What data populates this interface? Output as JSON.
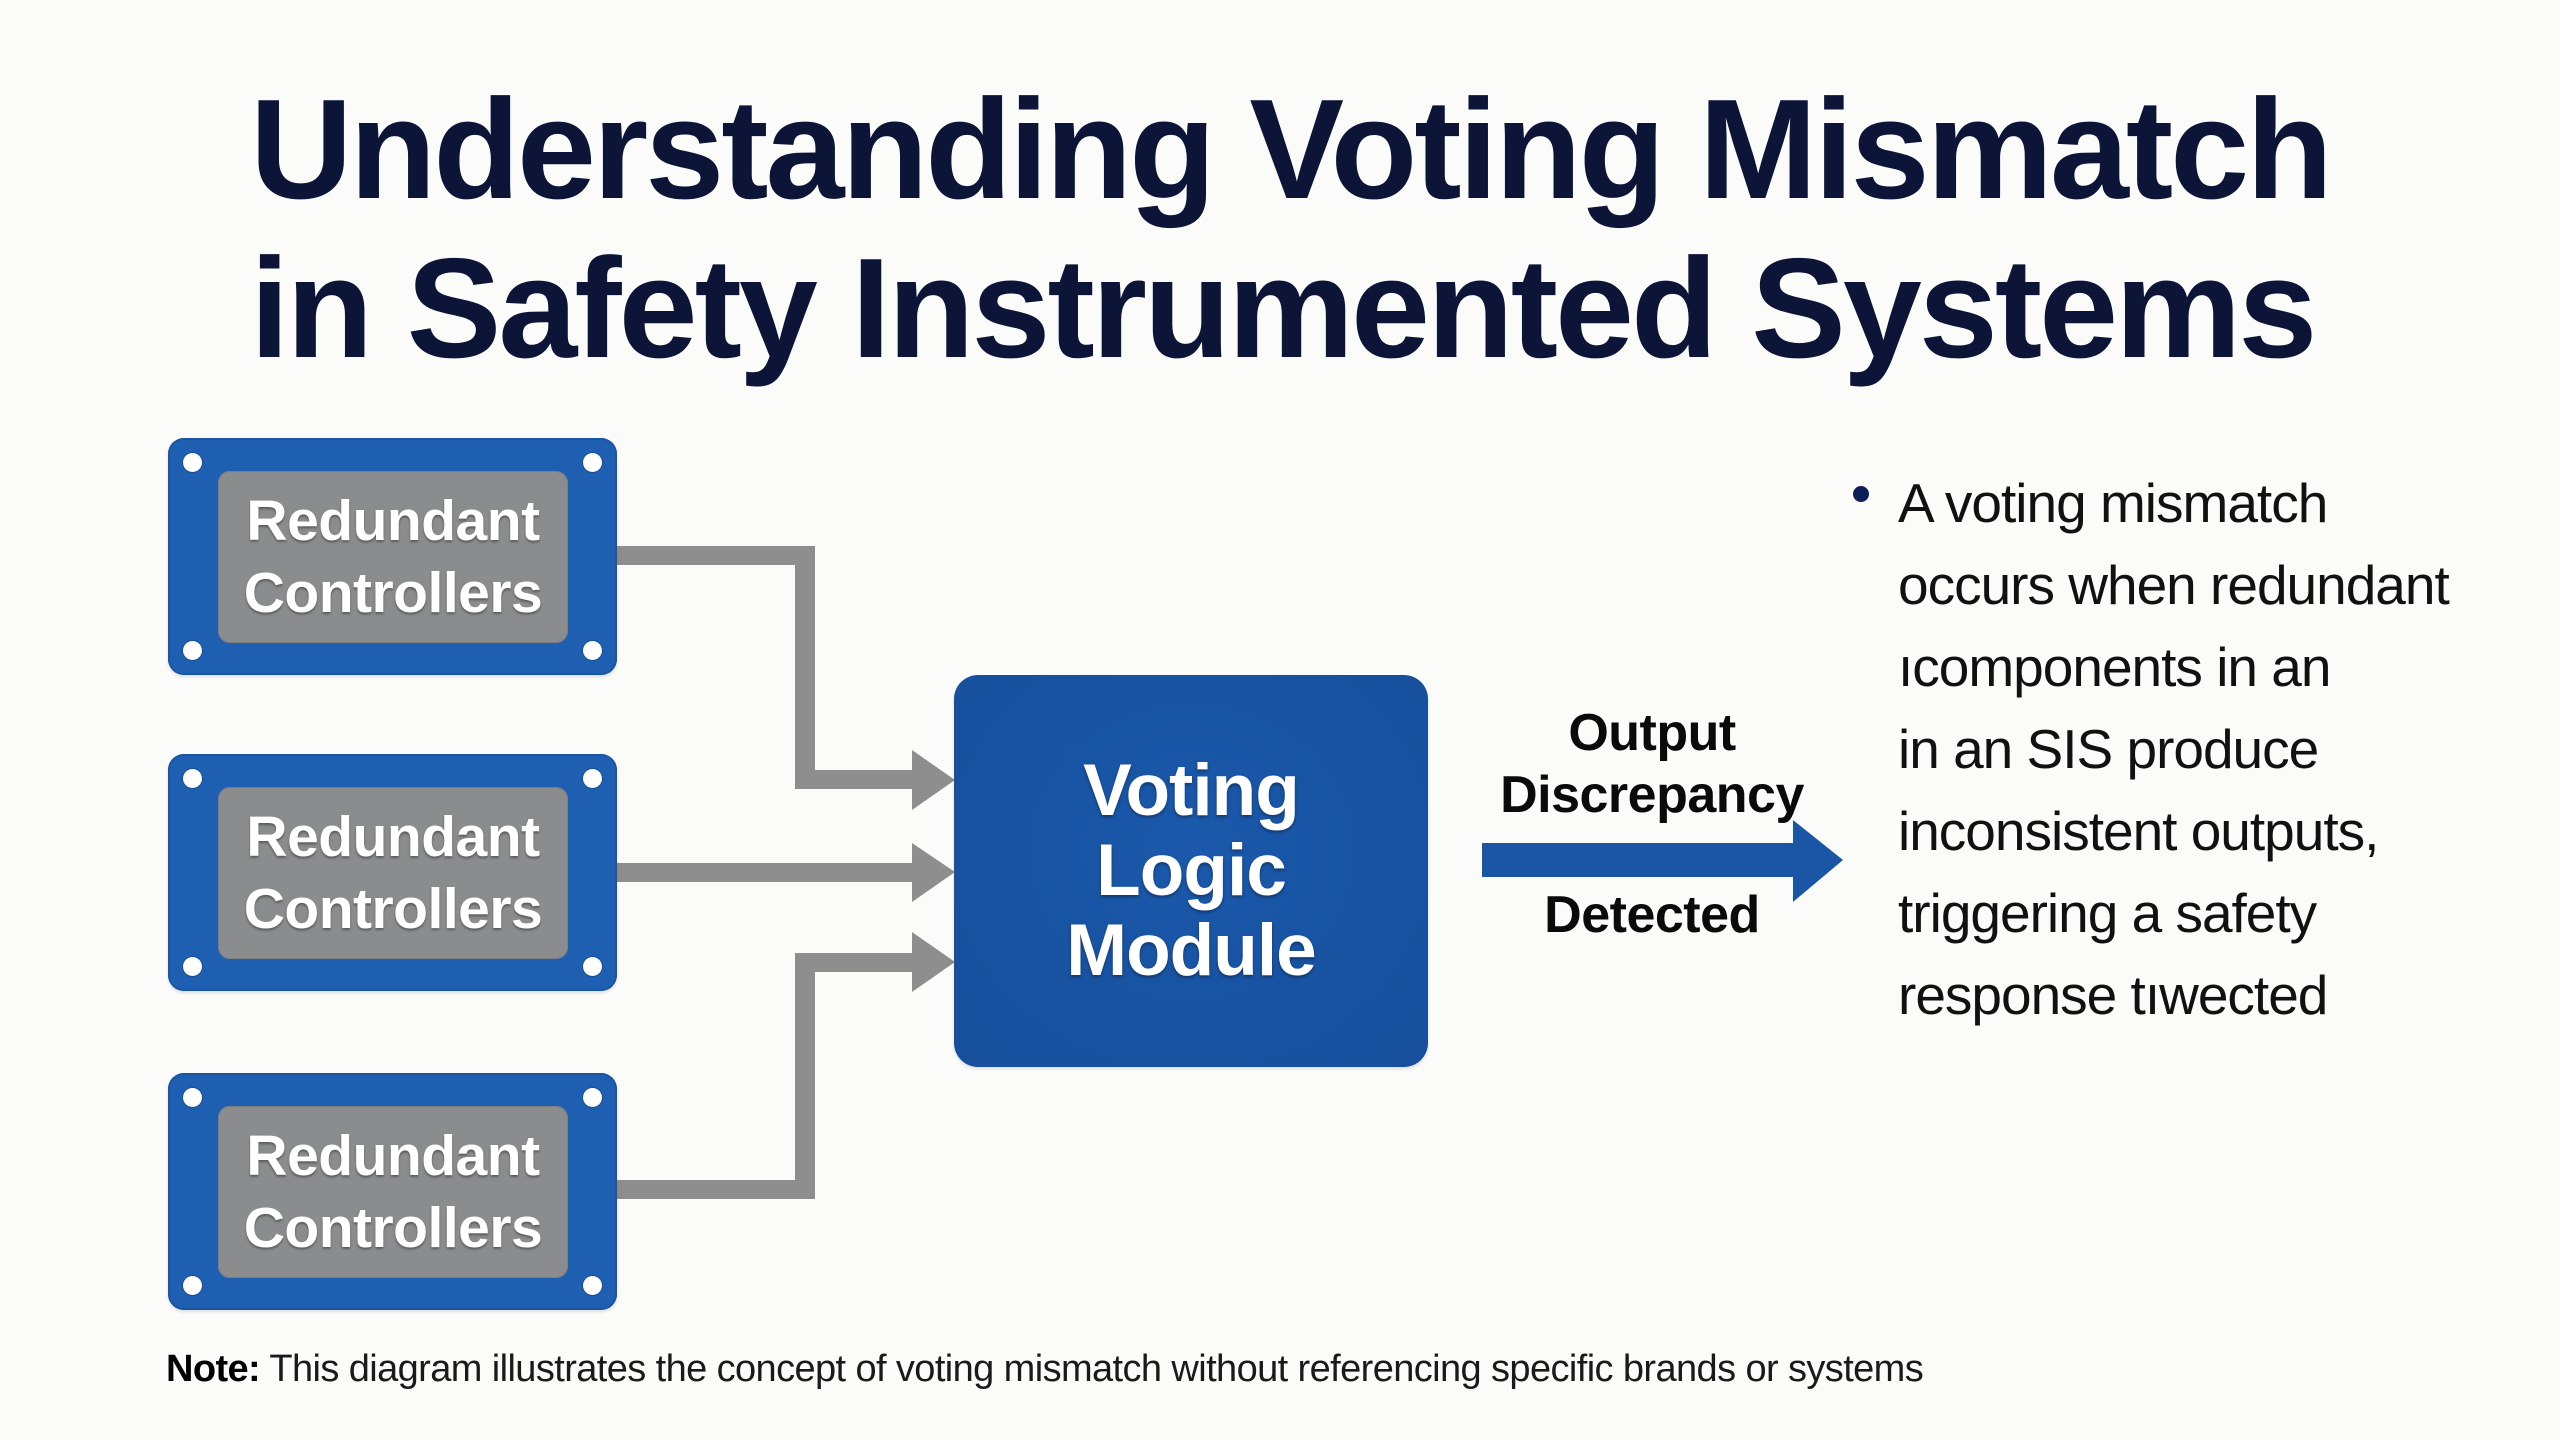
{
  "title": {
    "line1": "Understanding Voting Mismatch",
    "line2": "in Safety Instrumented Systems"
  },
  "controllers": [
    {
      "line1": "Redundant",
      "line2": "Controllers"
    },
    {
      "line1": "Redundant",
      "line2": "Controllers"
    },
    {
      "line1": "Redundant",
      "line2": "Controllers"
    }
  ],
  "voting_module": {
    "line1": "Voting",
    "line2": "Logic",
    "line3": "Module"
  },
  "output_arrow": {
    "label_top_line1": "Output",
    "label_top_line2": "Discrepancy",
    "label_bottom": "Detected"
  },
  "description": {
    "lines": [
      "A voting mismatch",
      "occurs when redundant",
      "ıcomponents in  an",
      "in an SIS produce",
      "inconsistent outputs,",
      "triggering a safety",
      "response tıwected"
    ]
  },
  "note": {
    "label": "Note:",
    "text": " This diagram illustrates the concept of voting mismatch without referencing specific brands or systems"
  },
  "colors": {
    "title": "#0c1538",
    "controller_blue": "#1f5fb2",
    "controller_panel": "#8b8c8d",
    "voting_blue": "#1b56a6",
    "connector_gray": "#8e8e8e",
    "output_arrow_blue": "#1b56a6",
    "bullet": "#0c1e55"
  }
}
